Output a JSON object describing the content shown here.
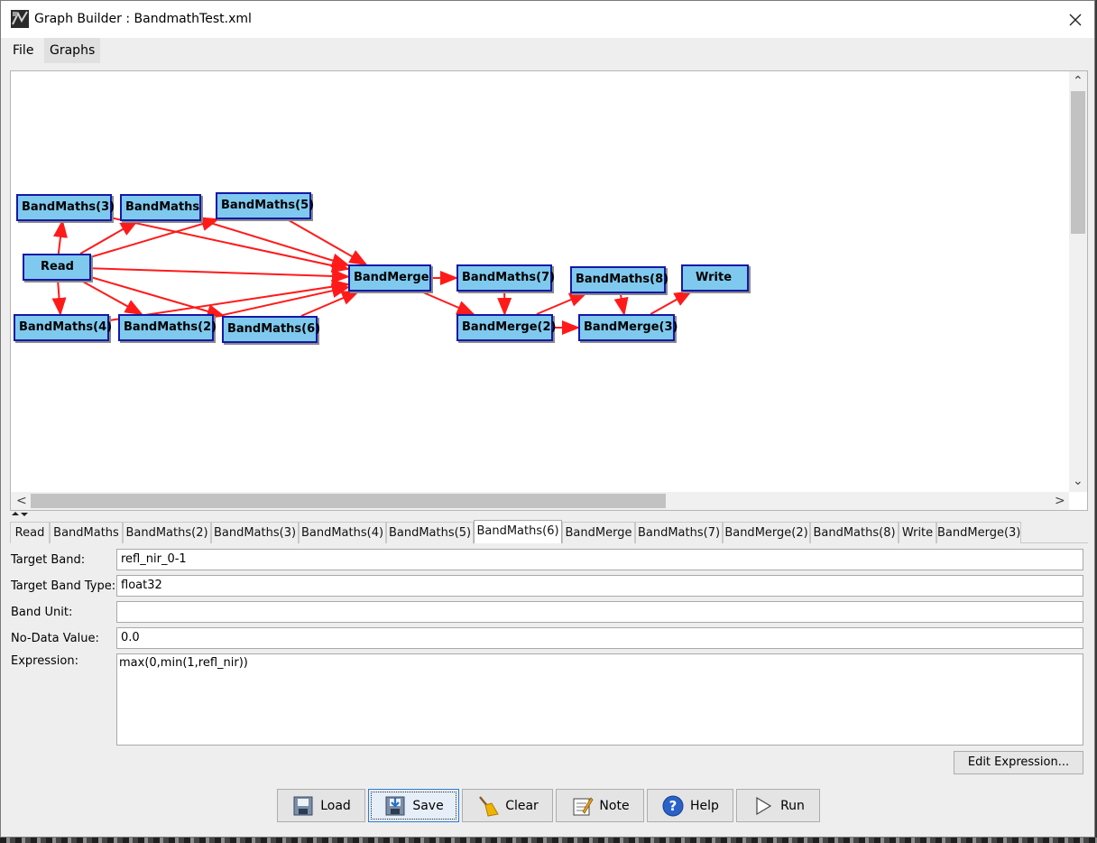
{
  "window": {
    "title": "Graph Builder : BandmathTest.xml",
    "close_icon": "close-icon"
  },
  "menu": {
    "file": "File",
    "graphs": "Graphs"
  },
  "graph": {
    "nodes": {
      "bandmaths3": "BandMaths(3)",
      "bandmaths": "BandMaths",
      "bandmaths5": "BandMaths(5)",
      "read": "Read",
      "bandmaths4": "BandMaths(4)",
      "bandmaths2": "BandMaths(2)",
      "bandmaths6": "BandMaths(6)",
      "bandmerge": "BandMerge",
      "bandmaths7": "BandMaths(7)",
      "bandmerge2": "BandMerge(2)",
      "bandmaths8": "BandMaths(8)",
      "bandmerge3": "BandMerge(3)",
      "write": "Write"
    },
    "edges": [
      [
        "read",
        "bandmaths3"
      ],
      [
        "read",
        "bandmaths"
      ],
      [
        "read",
        "bandmaths5"
      ],
      [
        "read",
        "bandmaths4"
      ],
      [
        "read",
        "bandmaths2"
      ],
      [
        "read",
        "bandmaths6"
      ],
      [
        "read",
        "bandmerge"
      ],
      [
        "bandmaths3",
        "bandmerge"
      ],
      [
        "bandmaths",
        "bandmerge"
      ],
      [
        "bandmaths5",
        "bandmerge"
      ],
      [
        "bandmaths4",
        "bandmerge"
      ],
      [
        "bandmaths2",
        "bandmerge"
      ],
      [
        "bandmaths6",
        "bandmerge"
      ],
      [
        "bandmerge",
        "bandmaths7"
      ],
      [
        "bandmerge",
        "bandmerge2"
      ],
      [
        "bandmaths7",
        "bandmerge2"
      ],
      [
        "bandmerge2",
        "bandmaths8"
      ],
      [
        "bandmerge2",
        "bandmerge3"
      ],
      [
        "bandmaths8",
        "bandmerge3"
      ],
      [
        "bandmerge3",
        "write"
      ]
    ],
    "edge_color": "#ff1a1a",
    "node_color": "#7fc9ee",
    "node_border_color": "#1418a8"
  },
  "scroll": {
    "up": "⌃",
    "down": "⌄",
    "left": "<",
    "right": ">"
  },
  "tabs": [
    "Read",
    "BandMaths",
    "BandMaths(2)",
    "BandMaths(3)",
    "BandMaths(4)",
    "BandMaths(5)",
    "BandMaths(6)",
    "BandMerge",
    "BandMaths(7)",
    "BandMerge(2)",
    "BandMaths(8)",
    "Write",
    "BandMerge(3)"
  ],
  "active_tab": "BandMaths(6)",
  "form": {
    "target_band_label": "Target Band:",
    "target_band_value": "refl_nir_0-1",
    "target_band_type_label": "Target Band Type:",
    "target_band_type_value": "float32",
    "band_unit_label": "Band Unit:",
    "band_unit_value": "",
    "no_data_label": "No-Data Value:",
    "no_data_value": "0.0",
    "expression_label": "Expression:",
    "expression_value": "max(0,min(1,refl_nir))",
    "edit_expression": "Edit Expression..."
  },
  "buttons": {
    "load": "Load",
    "save": "Save",
    "clear": "Clear",
    "note": "Note",
    "help": "Help",
    "run": "Run"
  }
}
